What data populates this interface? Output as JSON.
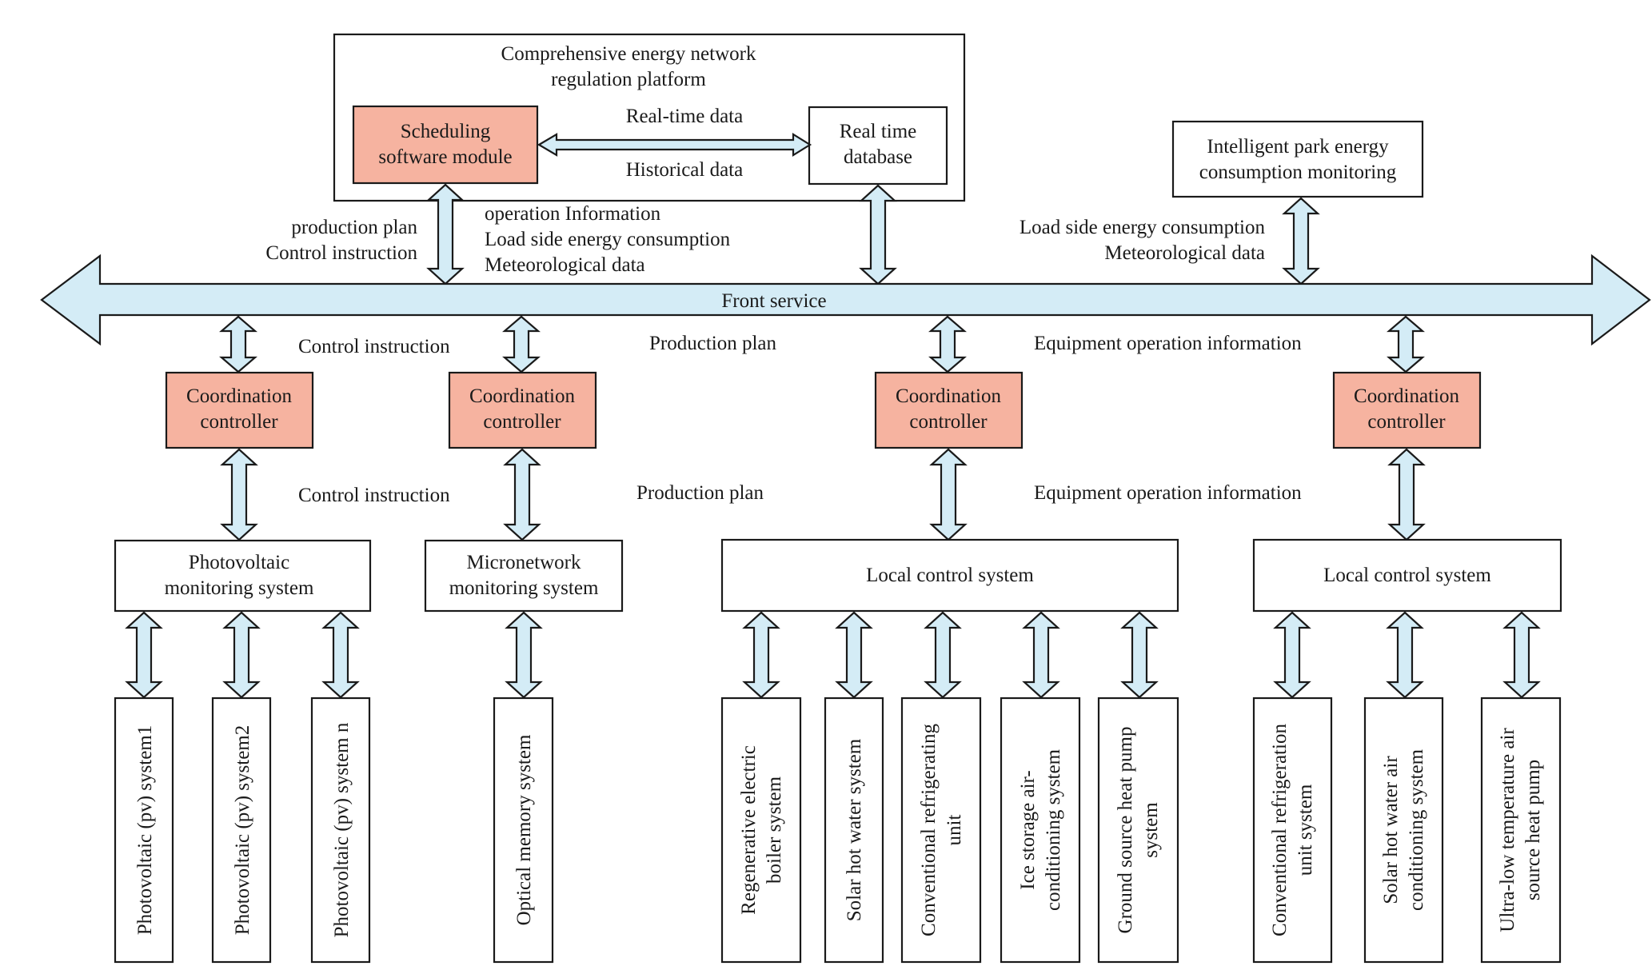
{
  "platform": {
    "title_line1": "Comprehensive energy network",
    "title_line2": "regulation platform",
    "scheduling_module": [
      "Scheduling",
      "software module"
    ],
    "realtime_database": [
      "Real time",
      "database"
    ],
    "realtime_data_label": "Real-time data",
    "historical_data_label": "Historical data"
  },
  "park_monitoring": [
    "Intelligent park energy",
    "consumption monitoring"
  ],
  "upper_labels": {
    "left": [
      "production plan",
      "Control instruction"
    ],
    "middle": [
      "operation Information",
      "Load side energy consumption",
      "Meteorological data"
    ],
    "right": [
      "Load side energy consumption",
      "Meteorological data"
    ]
  },
  "front_service": "Front service",
  "bus_labels": {
    "control_instruction_1": "Control instruction",
    "production_plan_1": "Production plan",
    "equipment_info_1": "Equipment operation information",
    "control_instruction_2": "Control instruction",
    "production_plan_2": "Production plan",
    "equipment_info_2": "Equipment operation information"
  },
  "controllers": [
    [
      "Coordination",
      "controller"
    ],
    [
      "Coordination",
      "controller"
    ],
    [
      "Coordination",
      "controller"
    ],
    [
      "Coordination",
      "controller"
    ]
  ],
  "monitoring_systems": {
    "pv": [
      "Photovoltaic",
      "monitoring system"
    ],
    "micronetwork": [
      "Micronetwork",
      "monitoring system"
    ],
    "local_1": "Local control system",
    "local_2": "Local control system"
  },
  "leaf_systems": [
    [
      "Photovoltaic (pv) system1"
    ],
    [
      "Photovoltaic (pv) system2"
    ],
    [
      "Photovoltaic (pv) system n"
    ],
    [
      "Optical memory system"
    ],
    [
      "Regenerative electric",
      "boiler system"
    ],
    [
      "Solar hot water system"
    ],
    [
      "Conventional refrigerating",
      "unit"
    ],
    [
      "Ice storage air-",
      "conditioning system"
    ],
    [
      "Ground source heat pump",
      "system"
    ],
    [
      "Conventional refrigeration",
      "unit system"
    ],
    [
      "Solar hot water air",
      "conditioning system"
    ],
    [
      "Ultra-low temperature air",
      "source heat pump"
    ]
  ]
}
